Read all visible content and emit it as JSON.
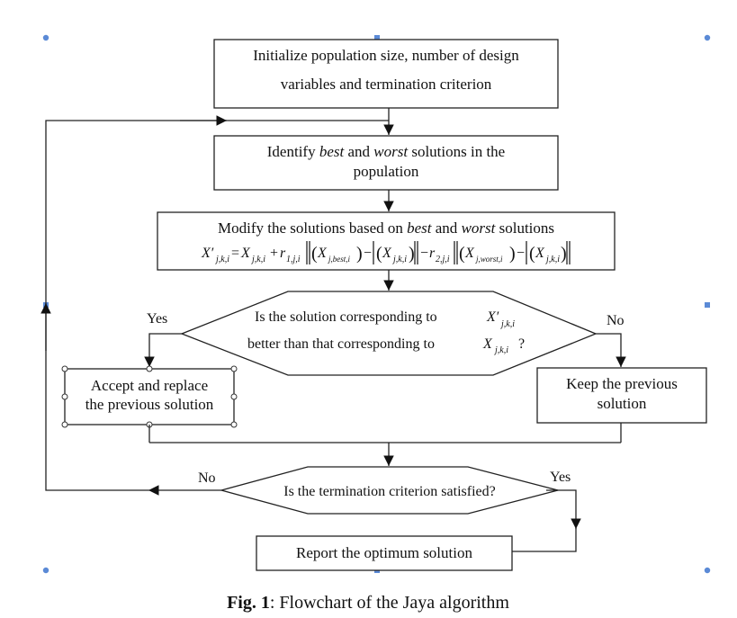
{
  "flowchart": {
    "init_box": {
      "line1": "Initialize population size, number of design",
      "line2": "variables and termination criterion"
    },
    "identify_box": {
      "line1_pre": "Identify ",
      "line1_best": "best",
      "line1_mid": " and ",
      "line1_worst": "worst",
      "line1_post": " solutions in the",
      "line2": "population"
    },
    "modify_box": {
      "line1_pre": "Modify the solutions based on ",
      "line1_best": "best",
      "line1_mid": " and ",
      "line1_worst": "worst",
      "line1_post": " solutions",
      "formula": {
        "lhs": "X′",
        "lhs_sub": "j,k,i",
        "eq": "=",
        "x": "X",
        "x_sub": "j,k,i",
        "plus": "+",
        "r1": "r",
        "r1_sub": "1,j,i",
        "best_sub": "j,best,i",
        "minus": "−",
        "r2": "r",
        "r2_sub": "2,j,i",
        "worst_sub": "j,worst,i"
      }
    },
    "decision1": {
      "line1": "Is the solution corresponding to",
      "line2": "better than that corresponding to",
      "sym1": "X′",
      "sym1_sub": "j,k,i",
      "sym2": "X",
      "sym2_sub": "j,k,i",
      "qmark": "?",
      "yes_label": "Yes",
      "no_label": "No"
    },
    "accept_box": {
      "line1": "Accept and replace",
      "line2": "the previous solution"
    },
    "keep_box": {
      "line1": "Keep the previous",
      "line2": "solution"
    },
    "decision2": {
      "text": "Is the termination criterion satisfied?",
      "no_label": "No",
      "yes_label": "Yes"
    },
    "report_box": {
      "text": "Report the optimum solution"
    }
  },
  "caption": {
    "label": "Fig. 1",
    "text": ": Flowchart of the Jaya algorithm"
  }
}
